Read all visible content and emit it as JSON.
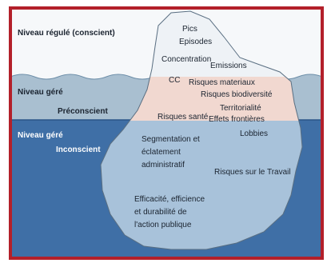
{
  "levels": {
    "regule": "Niveau régulé (conscient)",
    "gere_1": "Niveau géré",
    "preconscient": "Préconscient",
    "gere_2": "Niveau géré",
    "inconscient": "Inconscient"
  },
  "tip": {
    "line1": "Pics",
    "line2": "Episodes",
    "line3": "Concentration",
    "line4": "Emissions"
  },
  "middle": {
    "cc": "CC",
    "risques_materiaux": "Risques materiaux",
    "risques_biodiversite": "Risques biodiversité",
    "risques_sante": "Risques santé",
    "territorialite": "Territorialité",
    "effets_frontieres": "Effets frontières"
  },
  "deep": {
    "lobbies": "Lobbies",
    "segmentation_1": "Segmentation et",
    "segmentation_2": "éclatement",
    "segmentation_3": "administratif",
    "travail": "Risques sur le Travail",
    "efficacite_1": "Efficacité, efficience",
    "efficacite_2": "et durabilité  de",
    "efficacite_3": "l'action publique"
  },
  "colors": {
    "frame": "#b3202a",
    "sky": "#f6f8fa",
    "water_upper": "#a9bfd0",
    "water_deep": "#3f6fa6",
    "ice_top": "#eef2f6",
    "ice_mid": "#f1d8d0",
    "ice_deep": "#a8c2da"
  }
}
